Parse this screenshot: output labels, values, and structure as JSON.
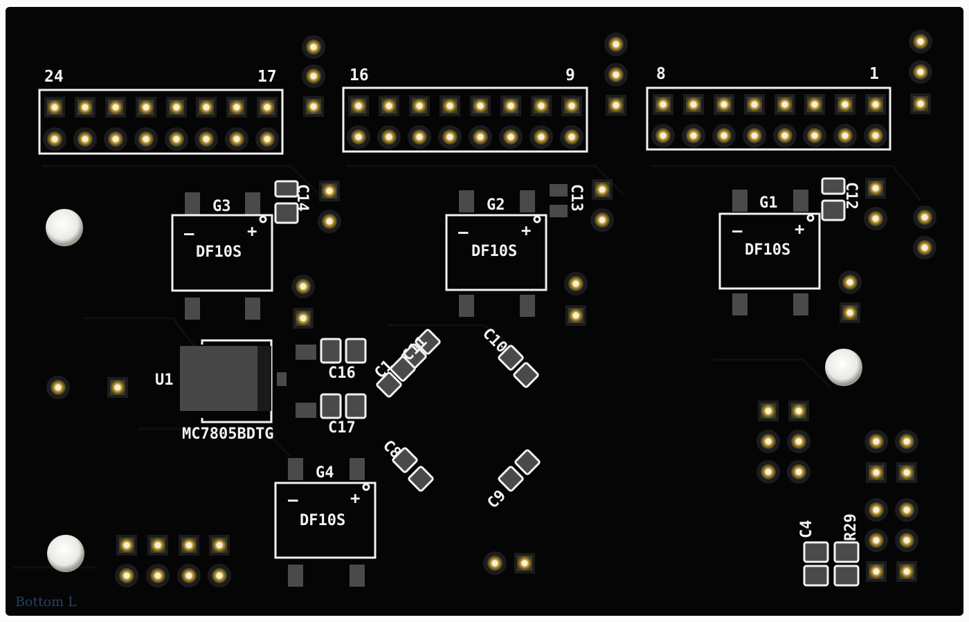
{
  "board": {
    "side_label": "Bottom L"
  },
  "connectors": {
    "a_left": "24",
    "a_right": "17",
    "b_left": "16",
    "b_right": "9",
    "c_left": "8",
    "c_right": "1"
  },
  "bridges": [
    {
      "ref": "G3",
      "value": "DF10S",
      "minus": "–",
      "plus": "+"
    },
    {
      "ref": "G2",
      "value": "DF10S",
      "minus": "–",
      "plus": "+"
    },
    {
      "ref": "G1",
      "value": "DF10S",
      "minus": "–",
      "plus": "+"
    },
    {
      "ref": "G4",
      "value": "DF10S",
      "minus": "–",
      "plus": "+"
    }
  ],
  "regulator": {
    "ref": "U1",
    "value": "MC7805BDTG"
  },
  "caps": {
    "c14": "C14",
    "c13": "C13",
    "c12": "C12",
    "c16": "C16",
    "c17": "C17",
    "c11": "C11",
    "c1": "C1",
    "c10": "C10",
    "c8": "C8",
    "c9": "C9",
    "c4": "C4"
  },
  "resistors": {
    "r29": "R29"
  },
  "colors": {
    "board": "#050505",
    "silkscreen": "#f2f2f2",
    "pad_gold": "#c9a742",
    "smd_pad": "#4a4a4a",
    "hole": "#f8f8f6"
  }
}
